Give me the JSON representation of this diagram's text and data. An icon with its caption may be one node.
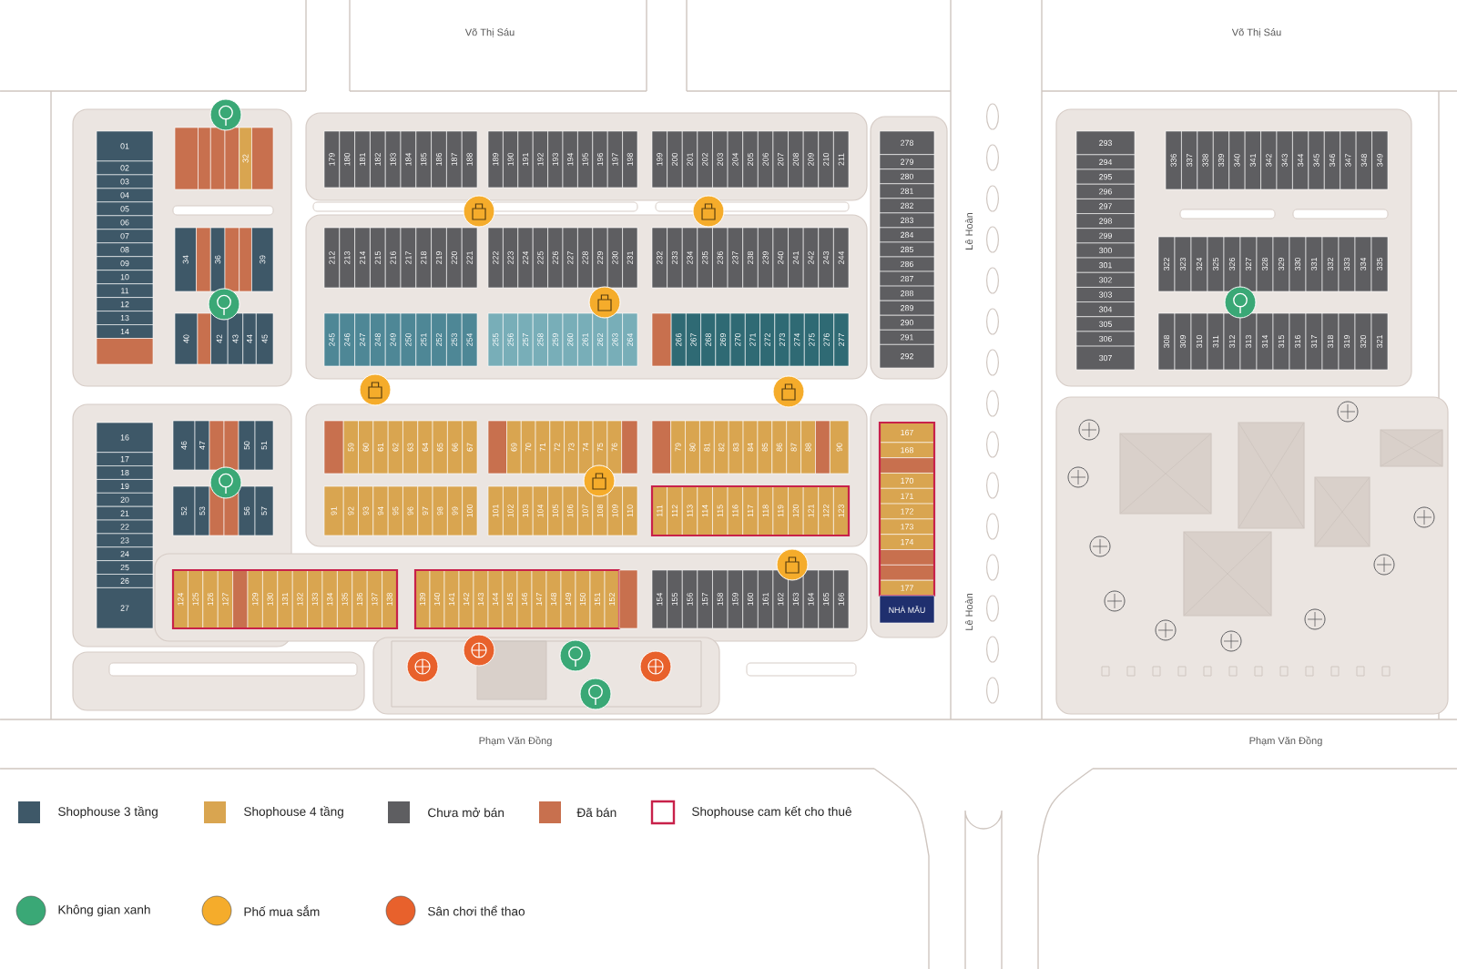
{
  "diagram": {
    "labels": [
      "Võ Thị Sáu",
      "Võ Thị Sáu",
      "01",
      "02",
      "03",
      "04",
      "05",
      "06",
      "07",
      "08",
      "09",
      "10",
      "11",
      "12",
      "13",
      "14",
      "32",
      "34",
      "36",
      "39",
      "40",
      "42",
      "43",
      "44",
      "45",
      "179",
      "180",
      "181",
      "182",
      "183",
      "184",
      "185",
      "186",
      "187",
      "188",
      "189",
      "190",
      "191",
      "192",
      "193",
      "194",
      "195",
      "196",
      "197",
      "198",
      "199",
      "200",
      "201",
      "202",
      "203",
      "204",
      "205",
      "206",
      "207",
      "208",
      "209",
      "210",
      "211",
      "212",
      "213",
      "214",
      "215",
      "216",
      "217",
      "218",
      "219",
      "220",
      "221",
      "222",
      "223",
      "224",
      "225",
      "226",
      "227",
      "228",
      "229",
      "230",
      "231",
      "232",
      "233",
      "234",
      "235",
      "236",
      "237",
      "238",
      "239",
      "240",
      "241",
      "242",
      "243",
      "244",
      "245",
      "246",
      "247",
      "248",
      "249",
      "250",
      "251",
      "252",
      "253",
      "254",
      "255",
      "256",
      "257",
      "258",
      "259",
      "260",
      "261",
      "262",
      "263",
      "264",
      "266",
      "267",
      "268",
      "269",
      "270",
      "271",
      "272",
      "273",
      "274",
      "275",
      "276",
      "277",
      "278",
      "279",
      "280",
      "281",
      "282",
      "283",
      "284",
      "285",
      "286",
      "287",
      "288",
      "289",
      "290",
      "291",
      "292",
      "293",
      "294",
      "295",
      "296",
      "297",
      "298",
      "299",
      "300",
      "301",
      "302",
      "303",
      "304",
      "305",
      "306",
      "307",
      "336",
      "337",
      "338",
      "339",
      "340",
      "341",
      "342",
      "343",
      "344",
      "345",
      "346",
      "347",
      "348",
      "349",
      "322",
      "323",
      "324",
      "325",
      "326",
      "327",
      "328",
      "329",
      "330",
      "331",
      "332",
      "333",
      "334",
      "335",
      "308",
      "309",
      "310",
      "311",
      "312",
      "313",
      "314",
      "315",
      "316",
      "317",
      "318",
      "319",
      "320",
      "321",
      "Lê Hoàn",
      "Lê Hoàn",
      "16",
      "17",
      "18",
      "19",
      "20",
      "21",
      "22",
      "23",
      "24",
      "25",
      "26",
      "27",
      "46",
      "47",
      "50",
      "51",
      "52",
      "53",
      "56",
      "57",
      "59",
      "60",
      "61",
      "62",
      "63",
      "64",
      "65",
      "66",
      "67",
      "69",
      "70",
      "71",
      "72",
      "73",
      "74",
      "75",
      "76",
      "79",
      "80",
      "81",
      "82",
      "83",
      "84",
      "85",
      "86",
      "87",
      "88",
      "90",
      "91",
      "92",
      "93",
      "94",
      "95",
      "96",
      "97",
      "98",
      "99",
      "100",
      "101",
      "102",
      "103",
      "104",
      "105",
      "106",
      "107",
      "108",
      "109",
      "110",
      "111",
      "112",
      "113",
      "114",
      "115",
      "116",
      "117",
      "118",
      "119",
      "120",
      "121",
      "122",
      "123",
      "124",
      "125",
      "126",
      "127",
      "129",
      "130",
      "131",
      "132",
      "133",
      "134",
      "135",
      "136",
      "137",
      "138",
      "139",
      "140",
      "141",
      "142",
      "143",
      "144",
      "145",
      "146",
      "147",
      "148",
      "149",
      "150",
      "151",
      "152",
      "154",
      "155",
      "156",
      "157",
      "158",
      "159",
      "160",
      "161",
      "162",
      "163",
      "164",
      "165",
      "166",
      "167",
      "168",
      "170",
      "171",
      "172",
      "173",
      "174",
      "177",
      "NHÀ MẪU",
      "Phạm Văn Đồng",
      "Phạm Văn Đồng"
    ],
    "legend": [
      {
        "text": "Shophouse 3 tầng",
        "color": "#3e5868"
      },
      {
        "text": "Shophouse 4 tầng",
        "color": "#d9a550"
      },
      {
        "text": "Chưa mở bán",
        "color": "#5e5e61"
      },
      {
        "text": "Đã bán",
        "color": "#c8704e"
      },
      {
        "text": "Shophouse cam kết cho thuê"
      },
      {
        "text": "Không gian xanh",
        "color": "#3aa876"
      },
      {
        "text": "Phố mua sắm",
        "color": "#f5ac2b"
      },
      {
        "text": "Sân chơi thể thao",
        "color": "#e8612c"
      }
    ]
  }
}
